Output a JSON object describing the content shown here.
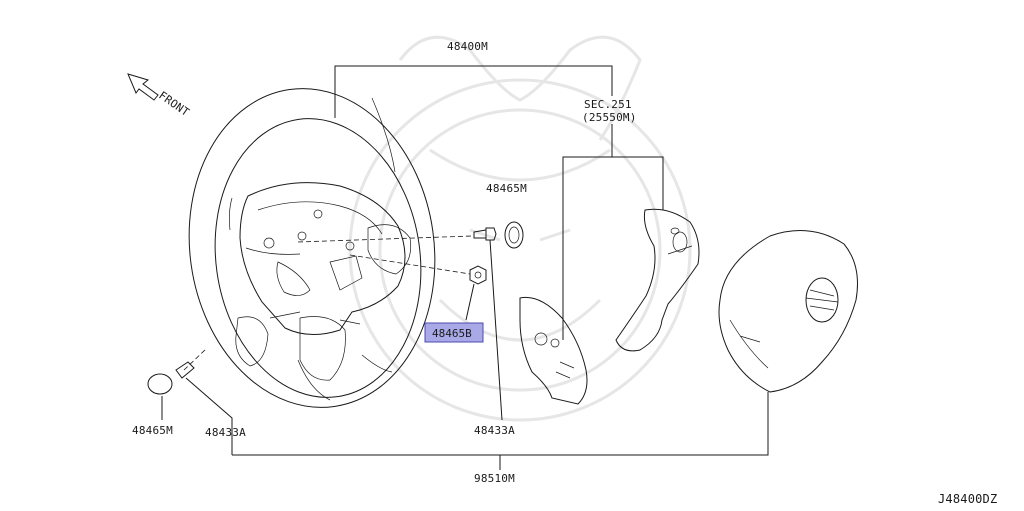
{
  "labels": {
    "front": "FRONT",
    "p48400M": "48400M",
    "sec": "SEC.251",
    "sec_ref": "(25550M)",
    "p48465M_top": "48465M",
    "p48465B": "48465B",
    "p48465M_bottom": "48465M",
    "p48433A_left": "48433A",
    "p48433A_mid": "48433A",
    "p98510M": "98510M",
    "diagram_id": "J48400DZ"
  },
  "highlight_color": "#a9a9e8"
}
